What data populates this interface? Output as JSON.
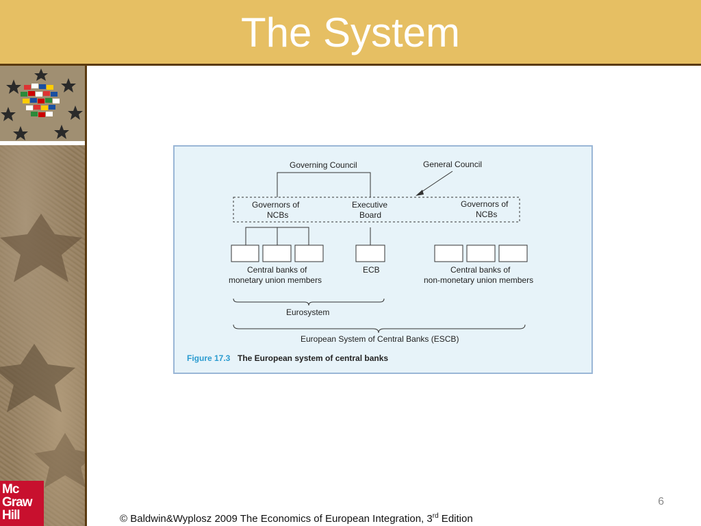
{
  "slide": {
    "title": "The System",
    "page_number": "6",
    "footer": {
      "prefix": "© Baldwin&Wyplosz 2009 The Economics of European Integration, 3",
      "superscript": "rd",
      "suffix": " Edition"
    },
    "logo": {
      "line1": "Mc",
      "line2": "Graw",
      "line3": "Hill"
    }
  },
  "diagram": {
    "governing_council": "Governing Council",
    "general_council": "General Council",
    "governors_ncbs_left_1": "Governors of",
    "governors_ncbs_left_2": "NCBs",
    "executive_board_1": "Executive",
    "executive_board_2": "Board",
    "governors_ncbs_right_1": "Governors of",
    "governors_ncbs_right_2": "NCBs",
    "cb_members_1": "Central banks of",
    "cb_members_2": "monetary union members",
    "ecb": "ECB",
    "cb_nonmembers_1": "Central banks of",
    "cb_nonmembers_2": "non-monetary union members",
    "eurosystem": "Eurosystem",
    "escb": "European System of Central Banks (ESCB)",
    "caption_number": "Figure 17.3",
    "caption_text": "The European system of central banks"
  },
  "colors": {
    "title_bar": "#e6bf63",
    "figure_bg": "#e7f3f9",
    "figure_border": "#9ab6d6",
    "caption_accent": "#2a9bd0",
    "logo_red": "#c8102e"
  }
}
